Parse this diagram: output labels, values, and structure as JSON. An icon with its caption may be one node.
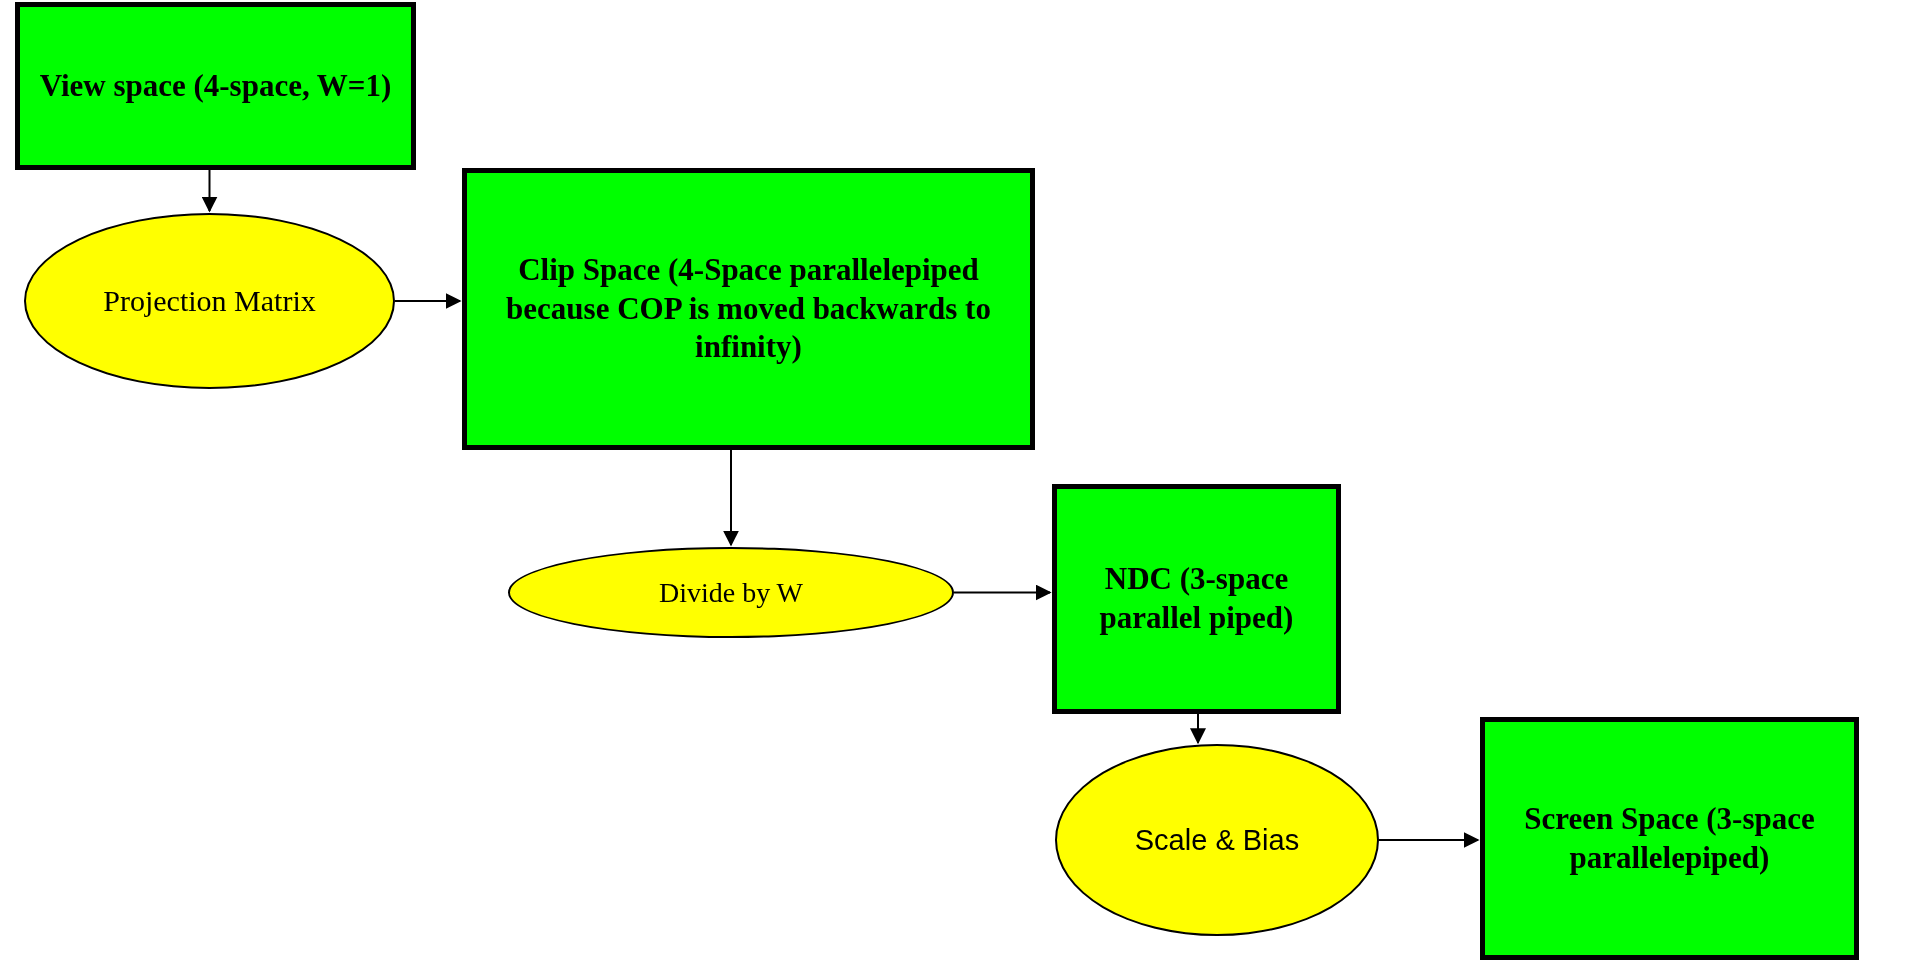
{
  "diagram": {
    "nodes": [
      {
        "text": [
          "View space (4-space, W=1)"
        ]
      },
      {
        "text": [
          "Projection Matrix"
        ]
      },
      {
        "text": [
          "Clip Space (4-Space parallelepiped because COP is moved backwards to infinity)"
        ]
      },
      {
        "text": [
          "Divide by W"
        ]
      },
      {
        "text": [
          "NDC (3-space parallel piped)"
        ]
      },
      {
        "text": [
          "Scale & Bias"
        ]
      },
      {
        "text": [
          "Screen Space (3-space parallelepiped)"
        ]
      }
    ],
    "edges": [
      {
        "from": 0,
        "to": 1,
        "arrow": "to"
      },
      {
        "from": 1,
        "to": 2,
        "arrow": "to"
      },
      {
        "from": 2,
        "to": 3,
        "arrow": "to"
      },
      {
        "from": 3,
        "to": 4,
        "arrow": "to"
      },
      {
        "from": 4,
        "to": 5,
        "arrow": "to"
      },
      {
        "from": 5,
        "to": 6,
        "arrow": "to"
      }
    ]
  }
}
